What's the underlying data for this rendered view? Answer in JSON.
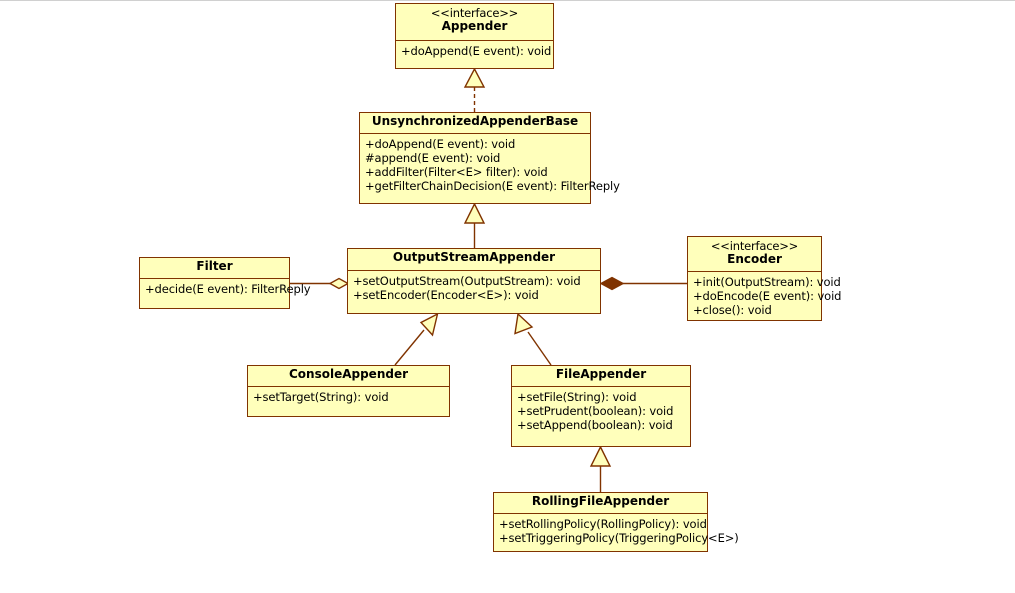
{
  "diagram": {
    "title": "Appender class hierarchy UML diagram",
    "type": "uml-class-diagram",
    "colors": {
      "class_fill": "#ffffbb",
      "class_border": "#803300",
      "edge": "#803300",
      "text": "#000000",
      "background": "#ffffff",
      "top_rule": "#d0d0d0"
    },
    "classes": [
      {
        "id": "appender",
        "stereotype": "<<interface>>",
        "name": "Appender",
        "members": [
          "+doAppend(E event): void"
        ]
      },
      {
        "id": "unsynchronized_appender_base",
        "stereotype": "",
        "name": "UnsynchronizedAppenderBase",
        "members": [
          "+doAppend(E event): void",
          "#append(E event): void",
          "+addFilter(Filter<E> filter): void",
          "+getFilterChainDecision(E event): FilterReply"
        ]
      },
      {
        "id": "output_stream_appender",
        "stereotype": "",
        "name": "OutputStreamAppender",
        "members": [
          "+setOutputStream(OutputStream): void",
          "+setEncoder(Encoder<E>): void"
        ]
      },
      {
        "id": "filter",
        "stereotype": "",
        "name": "Filter",
        "members": [
          "+decide(E event): FilterReply"
        ]
      },
      {
        "id": "encoder",
        "stereotype": "<<interface>>",
        "name": "Encoder",
        "members": [
          "+init(OutputStream): void",
          "+doEncode(E event): void",
          "+close(): void"
        ]
      },
      {
        "id": "console_appender",
        "stereotype": "",
        "name": "ConsoleAppender",
        "members": [
          "+setTarget(String): void"
        ]
      },
      {
        "id": "file_appender",
        "stereotype": "",
        "name": "FileAppender",
        "members": [
          "+setFile(String): void",
          "+setPrudent(boolean): void",
          "+setAppend(boolean): void"
        ]
      },
      {
        "id": "rolling_file_appender",
        "stereotype": "",
        "name": "RollingFileAppender",
        "members": [
          "+setRollingPolicy(RollingPolicy): void",
          "+setTriggeringPolicy(TriggeringPolicy<E>)"
        ]
      }
    ],
    "relations": [
      {
        "id": "rel-unsync-appender",
        "from": "unsynchronized_appender_base",
        "to": "appender",
        "type": "realization",
        "line": "dashed",
        "arrow": "hollow-triangle"
      },
      {
        "id": "rel-osa-unsync",
        "from": "output_stream_appender",
        "to": "unsynchronized_appender_base",
        "type": "generalization",
        "line": "solid",
        "arrow": "hollow-triangle"
      },
      {
        "id": "rel-osa-filter",
        "from": "output_stream_appender",
        "to": "filter",
        "type": "aggregation",
        "line": "solid",
        "arrow": "hollow-diamond"
      },
      {
        "id": "rel-osa-encoder",
        "from": "output_stream_appender",
        "to": "encoder",
        "type": "composition",
        "line": "solid",
        "arrow": "filled-diamond"
      },
      {
        "id": "rel-console-osa",
        "from": "console_appender",
        "to": "output_stream_appender",
        "type": "generalization",
        "line": "solid",
        "arrow": "hollow-triangle"
      },
      {
        "id": "rel-file-osa",
        "from": "file_appender",
        "to": "output_stream_appender",
        "type": "generalization",
        "line": "solid",
        "arrow": "hollow-triangle"
      },
      {
        "id": "rel-rolling-file",
        "from": "rolling_file_appender",
        "to": "file_appender",
        "type": "generalization",
        "line": "solid",
        "arrow": "hollow-triangle"
      }
    ]
  }
}
